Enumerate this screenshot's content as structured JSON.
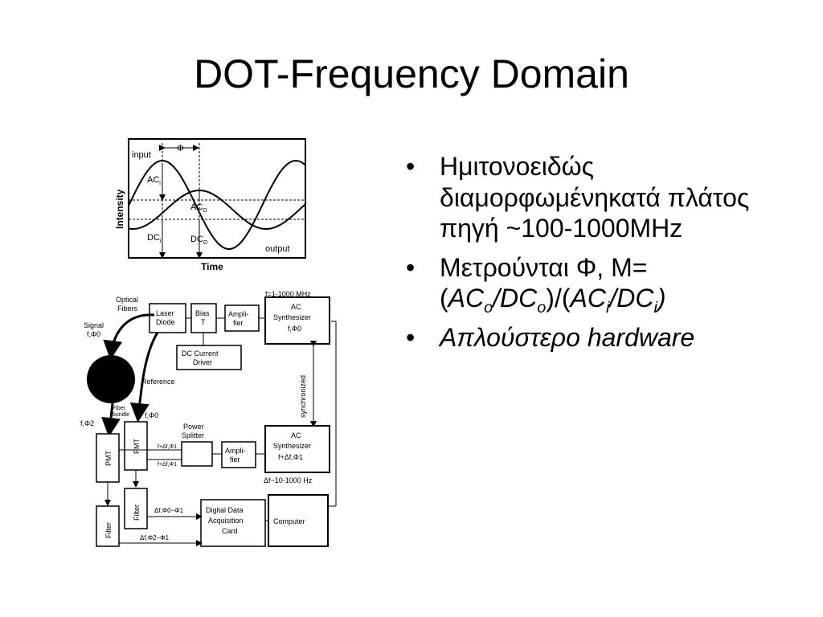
{
  "slide": {
    "title": "DOT-Frequency Domain"
  },
  "bullets": {
    "b1": "Ημιτονοειδώς διαμορφωμένηκατά πλάτος πηγή ~100-1000MHz",
    "b2_prefix": "Μετρούνται Φ, M=(",
    "b2_ac": "AC",
    "b2_o1": "o",
    "b2_dc": "/DC",
    "b2_o2": "o",
    "b2_mid": ")/(",
    "b2_ac2": "AC",
    "b2_i1": "i",
    "b2_dc2": "/DC",
    "b2_i2": "i",
    "b2_end": ")",
    "b3": "Απλούστερο hardware"
  },
  "plot": {
    "input_label": "input",
    "phi_label": "Φ",
    "ac": "AC",
    "dc": "DC",
    "i_sub": "i",
    "o_sub": "O",
    "output_label": "output",
    "xlabel": "Time",
    "ylabel": "Intensity"
  },
  "diagram": {
    "freq_top": "f=1-1000 MHz",
    "optical_fibers_1": "Optical",
    "optical_fibers_2": "Fibers",
    "laser_1": "Laser",
    "laser_2": "Diode",
    "bias_1": "Bias",
    "bias_2": "T",
    "amp_1": "Ampli-",
    "amp_2": "fier",
    "ac_synth_1": "AC",
    "ac_synth_2": "Synthesizer",
    "ac_synth_3": "f,Φ0",
    "signal_1": "Signal",
    "signal_2": "f,Φ0",
    "dc_current_1": "DC Current",
    "dc_current_2": "Driver",
    "reference": "Reference",
    "synchronized": "synchronized",
    "fiber_bundle_1": "Fiber",
    "fiber_bundle_2": "bundle",
    "f_phi2": "f,Φ2",
    "f_phi0": "f,Φ0",
    "power_splitter_1": "Power",
    "power_splitter_2": "Splitter",
    "pmt": "PMT",
    "f_df_phi1a": "f+Δf,Φ1",
    "f_df_phi1b": "f+Δf,Φ1",
    "amp2_1": "Ampli-",
    "amp2_2": "fier",
    "ac_synth2_1": "AC",
    "ac_synth2_2": "Synthesizer",
    "ac_synth2_3": "f+Δf,Φ1",
    "df_range": "Δf~10-1000 Hz",
    "filter": "Filter",
    "df_phi0_phi1": "Δf,Φ0−Φ1",
    "df_phi2_phi1": "Δf,Φ2−Φ1",
    "daq_1": "Digital Data",
    "daq_2": "Acquisition",
    "daq_3": "Card",
    "computer": "Computer"
  }
}
